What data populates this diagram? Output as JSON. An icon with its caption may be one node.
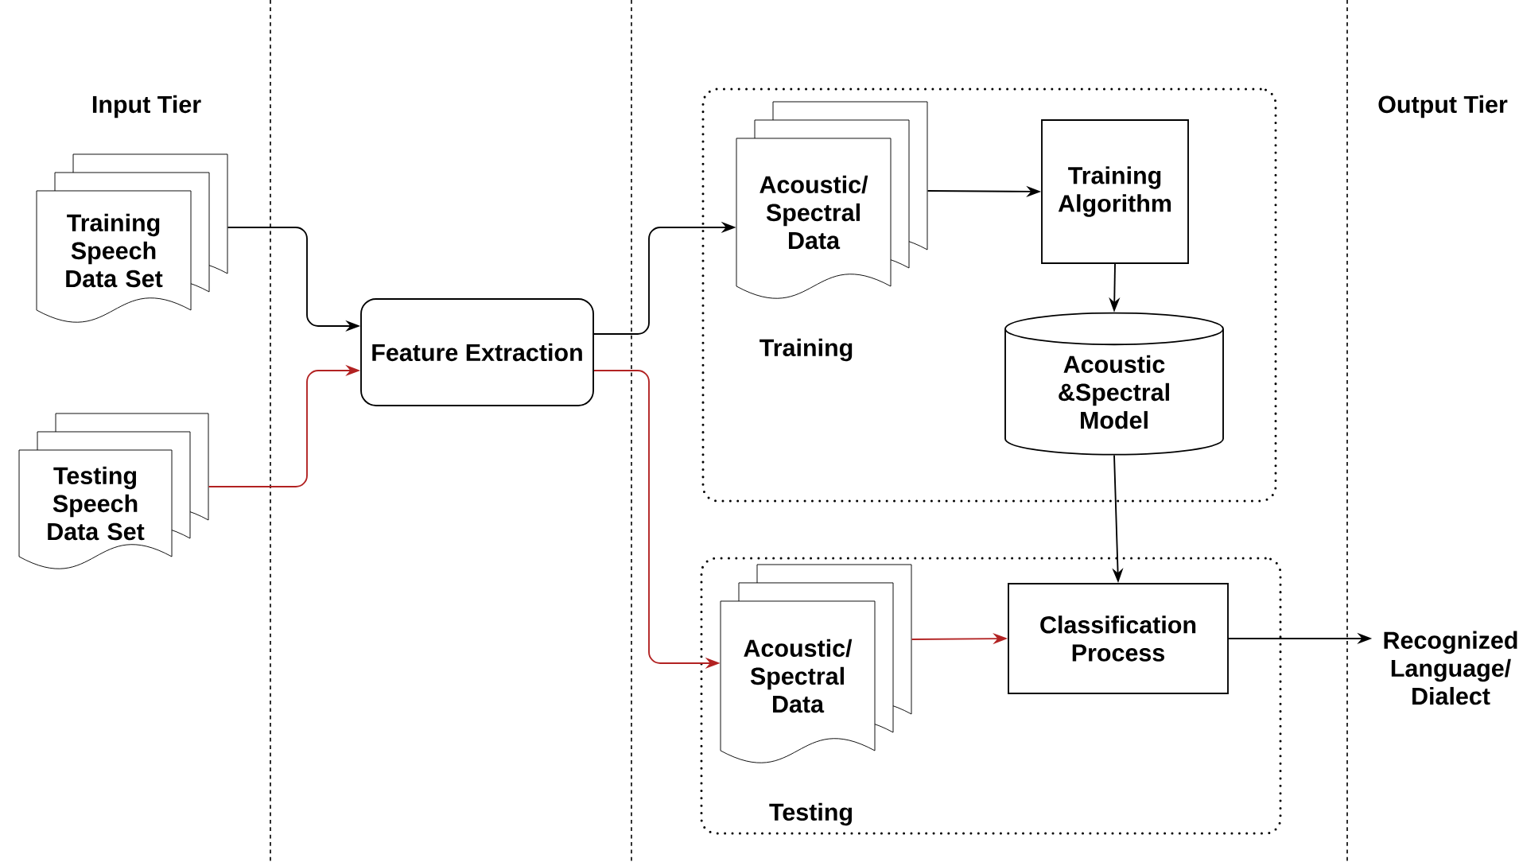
{
  "diagram": {
    "nodes": [
      {
        "text": [
          "Training Speech Data Set"
        ]
      },
      {
        "text": [
          "Testing Speech Data Set"
        ]
      },
      {
        "text": [
          "Feature Extraction"
        ]
      },
      {
        "text": [
          "Training"
        ]
      },
      {
        "text": [
          "Acoustic/ Spectral Data"
        ],
        "in": 3
      },
      {
        "text": [
          "Training Algorithm"
        ],
        "in": 3
      },
      {
        "text": [
          "Acoustic &Spectral Model"
        ],
        "in": 3
      },
      {
        "text": [
          "Testing"
        ]
      },
      {
        "text": [
          "Acoustic/ Spectral Data"
        ],
        "in": 7
      },
      {
        "text": [
          "Classification Process"
        ],
        "in": 7
      },
      {
        "text": [
          "Recognized Language/ Dialect"
        ]
      }
    ],
    "edges": [
      {
        "from": 0,
        "to": 2,
        "arrow": "to"
      },
      {
        "from": 1,
        "to": 2,
        "arrow": "to",
        "color": "#b22222"
      },
      {
        "from": 2,
        "to": 4,
        "arrow": "to"
      },
      {
        "from": 2,
        "to": 8,
        "arrow": "to",
        "color": "#b22222"
      },
      {
        "from": 4,
        "to": 5,
        "arrow": "to"
      },
      {
        "from": 5,
        "to": 6,
        "arrow": "to"
      },
      {
        "from": 6,
        "to": 9,
        "arrow": "to"
      },
      {
        "from": 8,
        "to": 9,
        "arrow": "to",
        "color": "#b22222"
      },
      {
        "from": 9,
        "to": 10,
        "arrow": "to"
      }
    ],
    "labels": [
      "Input Tier",
      "Output Tier"
    ]
  }
}
